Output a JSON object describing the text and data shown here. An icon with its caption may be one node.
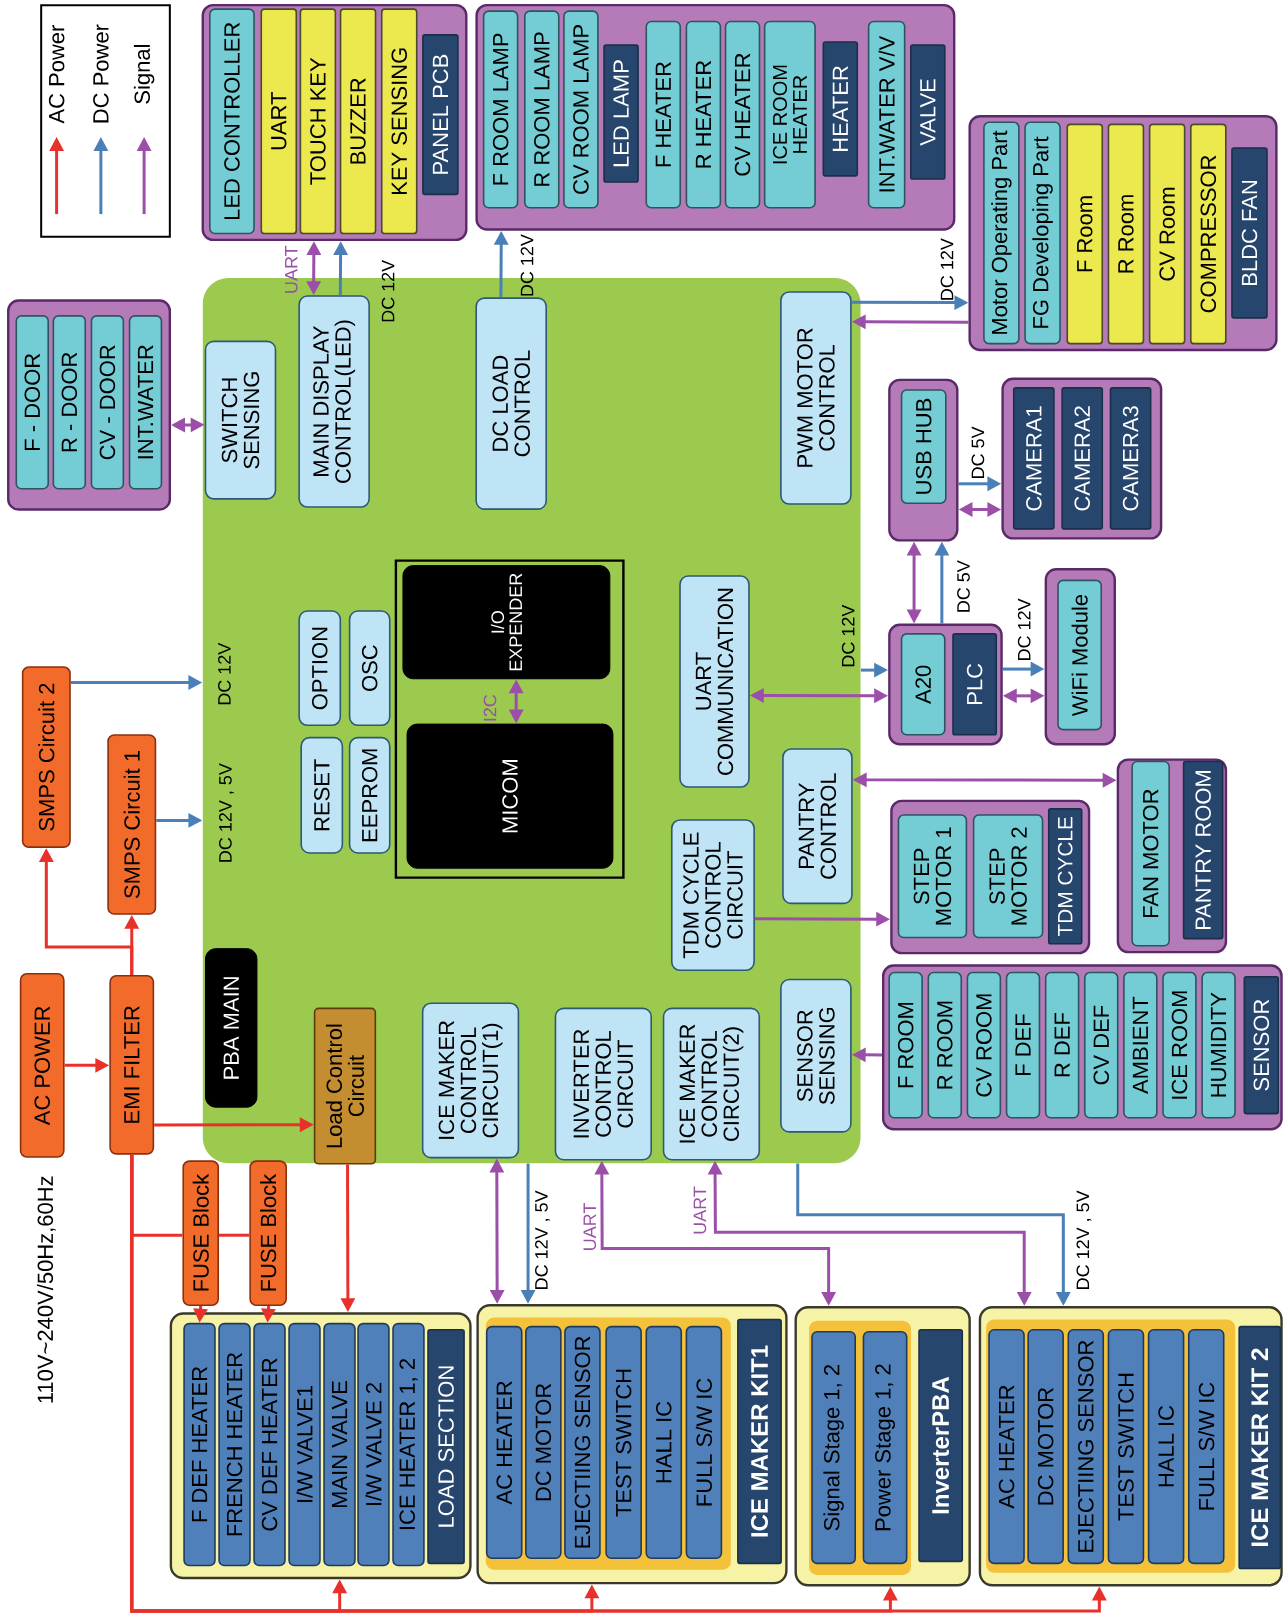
{
  "diagram": {
    "nodes": [
      {
        "text": [],
        "shape": "box"
      },
      {
        "text": [
          "LED CONTROLLER"
        ],
        "in": 0
      },
      {
        "text": [
          "UART"
        ],
        "in": 0
      },
      {
        "text": [
          "TOUCH KEY"
        ],
        "in": 0
      },
      {
        "text": [
          "BUZZER"
        ],
        "in": 0
      },
      {
        "text": [
          "KEY SENSING"
        ],
        "in": 0
      },
      {
        "text": [
          "PANEL PCB"
        ],
        "in": 0
      },
      {
        "text": [],
        "shape": "box"
      },
      {
        "text": [
          "F ROOM LAMP"
        ],
        "in": 7
      },
      {
        "text": [
          "R ROOM LAMP"
        ],
        "in": 7
      },
      {
        "text": [
          "CV ROOM LAMP"
        ],
        "in": 7
      },
      {
        "text": [
          "LED LAMP"
        ],
        "in": 7
      },
      {
        "text": [
          "F HEATER"
        ],
        "in": 7
      },
      {
        "text": [
          "R HEATER"
        ],
        "in": 7
      },
      {
        "text": [
          "CV HEATER"
        ],
        "in": 7
      },
      {
        "text": [
          "ICE ROOM HEATER"
        ],
        "in": 7
      },
      {
        "text": [
          "HEATER"
        ],
        "in": 7
      },
      {
        "text": [
          "INT.WATER V/V"
        ],
        "in": 7
      },
      {
        "text": [
          "VALVE"
        ],
        "in": 7
      },
      {
        "text": [],
        "shape": "box"
      },
      {
        "text": [
          "Motor Operating Part"
        ],
        "in": 19
      },
      {
        "text": [
          "FG Developing Part"
        ],
        "in": 19
      },
      {
        "text": [
          "F Room"
        ],
        "in": 19
      },
      {
        "text": [
          "R Room"
        ],
        "in": 19
      },
      {
        "text": [
          "CV Room"
        ],
        "in": 19
      },
      {
        "text": [
          "COMPRESSOR"
        ],
        "in": 19
      },
      {
        "text": [
          "BLDC FAN"
        ],
        "in": 19
      },
      {
        "text": [],
        "shape": "box"
      },
      {
        "text": [
          "F - DOOR"
        ],
        "in": 27
      },
      {
        "text": [
          "R - DOOR"
        ],
        "in": 27
      },
      {
        "text": [
          "CV - DOOR"
        ],
        "in": 27
      },
      {
        "text": [
          "INT.WATER"
        ],
        "in": 27
      },
      {
        "text": [],
        "shape": "box"
      },
      {
        "text": [
          "SWITCH SENSING"
        ],
        "in": 32
      },
      {
        "text": [
          "MAIN DISPLAY CONTROL(LED)"
        ],
        "in": 32
      },
      {
        "text": [
          "DC LOAD CONTROL"
        ],
        "in": 32
      },
      {
        "text": [
          "PWM MOTOR CONTROL"
        ],
        "in": 32
      },
      {
        "text": [],
        "shape": "box",
        "in": 32
      },
      {
        "text": [
          "I/O EXPENDER"
        ],
        "in": 37
      },
      {
        "text": [
          "MICOM"
        ],
        "in": 37
      },
      {
        "text": [
          "OPTION"
        ],
        "in": 32
      },
      {
        "text": [
          "OSC"
        ],
        "in": 32
      },
      {
        "text": [
          "RESET"
        ],
        "in": 32
      },
      {
        "text": [
          "EEPROM"
        ],
        "in": 32
      },
      {
        "text": [
          "UART COMMUNICATION"
        ],
        "in": 32
      },
      {
        "text": [
          "PANTRY CONTROL"
        ],
        "in": 32
      },
      {
        "text": [
          "TDM CYCLE CONTROL CIRCUIT"
        ],
        "in": 32
      },
      {
        "text": [
          "PBA MAIN"
        ],
        "in": 32
      },
      {
        "text": [
          "Load Control Circuit"
        ],
        "in": 32
      },
      {
        "text": [
          "ICE MAKER CONTROL CIRCUIT(1)"
        ],
        "in": 32
      },
      {
        "text": [
          "INVERTER CONTROL CIRCUIT"
        ],
        "in": 32
      },
      {
        "text": [
          "ICE MAKER CONTROL CIRCUIT(2)"
        ],
        "in": 32
      },
      {
        "text": [
          "SENSOR SENSING"
        ],
        "in": 32
      },
      {
        "text": [],
        "shape": "box"
      },
      {
        "text": [
          "USB HUB"
        ],
        "in": 53
      },
      {
        "text": [],
        "shape": "box"
      },
      {
        "text": [
          "CAMERA1"
        ],
        "in": 55
      },
      {
        "text": [
          "CAMERA2"
        ],
        "in": 55
      },
      {
        "text": [
          "CAMERA3"
        ],
        "in": 55
      },
      {
        "text": [],
        "shape": "box"
      },
      {
        "text": [
          "A20"
        ],
        "in": 59
      },
      {
        "text": [
          "PLC"
        ],
        "in": 59
      },
      {
        "text": [],
        "shape": "box"
      },
      {
        "text": [
          "WiFi Module"
        ],
        "in": 62
      },
      {
        "text": [],
        "shape": "box"
      },
      {
        "text": [
          "STEP MOTOR 1"
        ],
        "in": 64
      },
      {
        "text": [
          "STEP MOTOR 2"
        ],
        "in": 64
      },
      {
        "text": [
          "TDM CYCLE"
        ],
        "in": 64
      },
      {
        "text": [],
        "shape": "box"
      },
      {
        "text": [
          "FAN MOTOR"
        ],
        "in": 68
      },
      {
        "text": [
          "PANTRY ROOM"
        ],
        "in": 68
      },
      {
        "text": [],
        "shape": "box"
      },
      {
        "text": [
          "F ROOM"
        ],
        "in": 71
      },
      {
        "text": [
          "R ROOM"
        ],
        "in": 71
      },
      {
        "text": [
          "CV ROOM"
        ],
        "in": 71
      },
      {
        "text": [
          "F DEF"
        ],
        "in": 71
      },
      {
        "text": [
          "R DEF"
        ],
        "in": 71
      },
      {
        "text": [
          "CV DEF"
        ],
        "in": 71
      },
      {
        "text": [
          "AMBIENT"
        ],
        "in": 71
      },
      {
        "text": [
          "ICE ROOM"
        ],
        "in": 71
      },
      {
        "text": [
          "HUMIDITY"
        ],
        "in": 71
      },
      {
        "text": [
          "SENSOR"
        ],
        "in": 71
      },
      {
        "text": [
          "SMPS Circuit 2"
        ]
      },
      {
        "text": [
          "SMPS Circuit 1"
        ]
      },
      {
        "text": [
          "AC POWER"
        ]
      },
      {
        "text": [
          "EMI FILTER"
        ]
      },
      {
        "text": [
          "FUSE Block"
        ]
      },
      {
        "text": [
          "FUSE Block"
        ]
      },
      {
        "text": [],
        "shape": "box"
      },
      {
        "text": [
          "F DEF HEATER"
        ],
        "in": 88
      },
      {
        "text": [
          "FRENCH HEATER"
        ],
        "in": 88
      },
      {
        "text": [
          "CV DEF HEATER"
        ],
        "in": 88
      },
      {
        "text": [
          "I/W VALVE1"
        ],
        "in": 88
      },
      {
        "text": [
          "MAIN VALVE"
        ],
        "in": 88
      },
      {
        "text": [
          "I/W VALVE 2"
        ],
        "in": 88
      },
      {
        "text": [
          "ICE HEATER 1, 2"
        ],
        "in": 88
      },
      {
        "text": [
          "LOAD SECTION"
        ],
        "in": 88
      },
      {
        "text": [],
        "shape": "box"
      },
      {
        "text": [
          "AC HEATER"
        ],
        "in": 97
      },
      {
        "text": [
          "DC MOTOR"
        ],
        "in": 97
      },
      {
        "text": [
          "EJECTIING SENSOR"
        ],
        "in": 97
      },
      {
        "text": [
          "TEST SWITCH"
        ],
        "in": 97
      },
      {
        "text": [
          "HALL IC"
        ],
        "in": 97
      },
      {
        "text": [
          "FULL S/W IC"
        ],
        "in": 97
      },
      {
        "text": [
          "ICE MAKER KIT1"
        ],
        "in": 97
      },
      {
        "text": [],
        "shape": "box"
      },
      {
        "text": [
          "Signal Stage 1, 2"
        ],
        "in": 105
      },
      {
        "text": [
          "Power Stage 1, 2"
        ],
        "in": 105
      },
      {
        "text": [
          "InverterPBA"
        ],
        "in": 105
      },
      {
        "text": [],
        "shape": "box"
      },
      {
        "text": [
          "AC HEATER"
        ],
        "in": 109
      },
      {
        "text": [
          "DC MOTOR"
        ],
        "in": 109
      },
      {
        "text": [
          "EJECTIING SENSOR"
        ],
        "in": 109
      },
      {
        "text": [
          "TEST SWITCH"
        ],
        "in": 109
      },
      {
        "text": [
          "HALL IC"
        ],
        "in": 109
      },
      {
        "text": [
          "FULL S/W IC"
        ],
        "in": 109
      },
      {
        "text": [
          "ICE MAKER KIT 2"
        ],
        "in": 109
      }
    ],
    "edges": [
      {
        "from": 84,
        "to": 85,
        "arrow": "to",
        "color": "#e8312a"
      },
      {
        "from": 85,
        "to": 83,
        "arrow": "to",
        "color": "#e8312a"
      },
      {
        "from": 85,
        "to": 82,
        "arrow": "to",
        "color": "#e8312a"
      },
      {
        "from": 85,
        "to": 48,
        "arrow": "to",
        "color": "#e8312a"
      },
      {
        "from": 85,
        "to": 86,
        "arrow": "none",
        "color": "#e8312a"
      },
      {
        "from": 86,
        "to": 87,
        "arrow": "none",
        "color": "#e8312a"
      },
      {
        "from": 86,
        "to": 89,
        "arrow": "to",
        "color": "#e8312a"
      },
      {
        "from": 87,
        "to": 91,
        "arrow": "to",
        "color": "#e8312a"
      },
      {
        "from": 48,
        "to": 88,
        "arrow": "to",
        "color": "#e8312a"
      },
      {
        "from": 85,
        "to": 88,
        "arrow": "to",
        "color": "#e8312a"
      },
      {
        "from": 85,
        "to": 97,
        "arrow": "to",
        "color": "#e8312a"
      },
      {
        "from": 85,
        "to": 105,
        "arrow": "to",
        "color": "#e8312a"
      },
      {
        "from": 85,
        "to": 109,
        "arrow": "to",
        "color": "#e8312a"
      },
      {
        "from": 82,
        "to": 32,
        "arrow": "to",
        "color": "#4a7fb8",
        "label": "DC 12V"
      },
      {
        "from": 83,
        "to": 32,
        "arrow": "to",
        "color": "#4a7fb8",
        "label": "DC 12V , 5V"
      },
      {
        "from": 34,
        "to": 0,
        "arrow": "both",
        "color": "#9b4fa8",
        "label": "UART"
      },
      {
        "from": 34,
        "to": 0,
        "arrow": "to",
        "color": "#4a7fb8",
        "label": "DC 12V"
      },
      {
        "from": 35,
        "to": 7,
        "arrow": "to",
        "color": "#4a7fb8",
        "label": "DC 12V"
      },
      {
        "from": 36,
        "to": 19,
        "arrow": "to",
        "color": "#4a7fb8",
        "label": "DC 12V"
      },
      {
        "from": 19,
        "to": 36,
        "arrow": "to",
        "color": "#9b4fa8"
      },
      {
        "from": 27,
        "to": 33,
        "arrow": "both",
        "color": "#9b4fa8"
      },
      {
        "from": 53,
        "to": 55,
        "arrow": "to",
        "color": "#4a7fb8",
        "label": "DC 5V"
      },
      {
        "from": 53,
        "to": 55,
        "arrow": "both",
        "color": "#9b4fa8"
      },
      {
        "from": 59,
        "to": 53,
        "arrow": "both",
        "color": "#9b4fa8"
      },
      {
        "from": 59,
        "to": 53,
        "arrow": "to",
        "color": "#4a7fb8",
        "label": "DC 5V"
      },
      {
        "from": 59,
        "to": 62,
        "arrow": "to",
        "color": "#4a7fb8",
        "label": "DC 12V"
      },
      {
        "from": 59,
        "to": 62,
        "arrow": "both",
        "color": "#9b4fa8"
      },
      {
        "from": 32,
        "to": 59,
        "arrow": "to",
        "color": "#4a7fb8",
        "label": "DC 12V"
      },
      {
        "from": 44,
        "to": 59,
        "arrow": "both",
        "color": "#9b4fa8"
      },
      {
        "from": 45,
        "to": 68,
        "arrow": "both",
        "color": "#9b4fa8"
      },
      {
        "from": 46,
        "to": 64,
        "arrow": "to",
        "color": "#9b4fa8"
      },
      {
        "from": 71,
        "to": 52,
        "arrow": "to",
        "color": "#9b4fa8"
      },
      {
        "from": 38,
        "to": 39,
        "arrow": "both",
        "color": "#9b4fa8",
        "label": "I2C"
      },
      {
        "from": 49,
        "to": 97,
        "arrow": "both",
        "color": "#9b4fa8"
      },
      {
        "from": 32,
        "to": 97,
        "arrow": "to",
        "color": "#4a7fb8",
        "label": "DC 12V , 5V"
      },
      {
        "from": 50,
        "to": 105,
        "arrow": "both",
        "color": "#9b4fa8",
        "label": "UART"
      },
      {
        "from": 51,
        "to": 109,
        "arrow": "both",
        "color": "#9b4fa8",
        "label": "UART"
      },
      {
        "from": 32,
        "to": 109,
        "arrow": "to",
        "color": "#4a7fb8",
        "label": "DC 12V , 5V"
      }
    ],
    "labels": [
      "110V~240V/50Hz,60Hz"
    ],
    "legend": [
      {
        "text": "AC Power"
      },
      {
        "text": "DC Power"
      },
      {
        "text": "Signal"
      }
    ]
  }
}
